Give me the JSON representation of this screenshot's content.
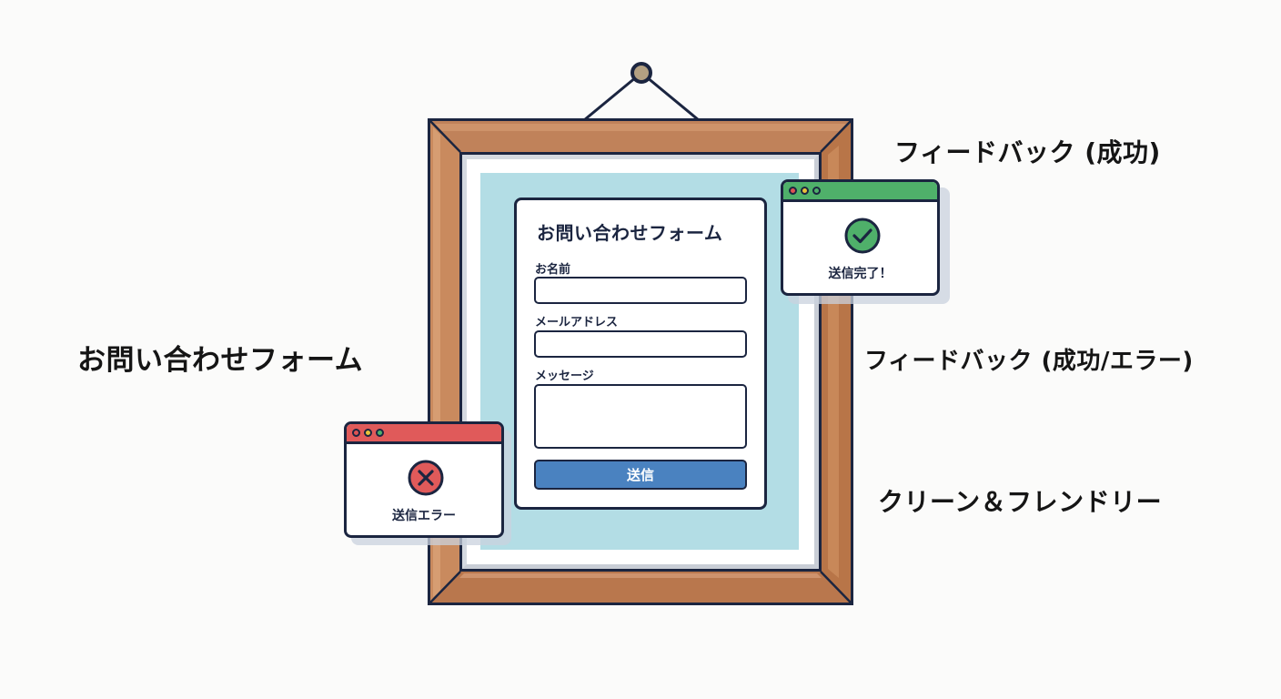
{
  "captions": {
    "left": "お問い合わせフォーム",
    "right_top": "フィードバック (成功)",
    "right_middle": "フィードバック (成功/エラー)",
    "right_bottom": "クリーン＆フレンドリー"
  },
  "form": {
    "title": "お問い合わせフォーム",
    "fields": [
      {
        "label": "お名前",
        "value": "",
        "type": "text"
      },
      {
        "label": "メールアドレス",
        "value": "",
        "type": "email"
      },
      {
        "label": "メッセージ",
        "value": "",
        "type": "textarea"
      }
    ],
    "submit_label": "送信"
  },
  "popups": {
    "success": {
      "message": "送信完了！",
      "icon": "check-circle-icon",
      "bar_color": "#4fb06a",
      "icon_color": "#4fb06a"
    },
    "error": {
      "message": "送信エラー",
      "icon": "x-circle-icon",
      "bar_color": "#e05a5a",
      "icon_color": "#e05a5a"
    },
    "window_dots": [
      "#e05252",
      "#e8c13a",
      "#4fb06a"
    ]
  },
  "colors": {
    "frame_wood": "#b97a4f",
    "outline": "#1b2540",
    "panel": "#b3dde5",
    "button": "#4a82c0"
  }
}
